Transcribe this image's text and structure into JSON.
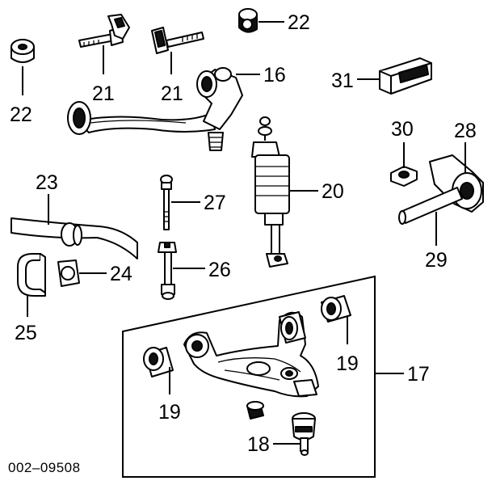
{
  "diagram": {
    "figure_code": "002–09508",
    "callouts": {
      "c22a": "22",
      "c22b": "22",
      "c21a": "21",
      "c21b": "21",
      "c16": "16",
      "c31": "31",
      "c30": "30",
      "c28": "28",
      "c23": "23",
      "c27": "27",
      "c20": "20",
      "c29": "29",
      "c24": "24",
      "c26": "26",
      "c25": "25",
      "c19a": "19",
      "c19b": "19",
      "c17": "17",
      "c18": "18"
    }
  }
}
